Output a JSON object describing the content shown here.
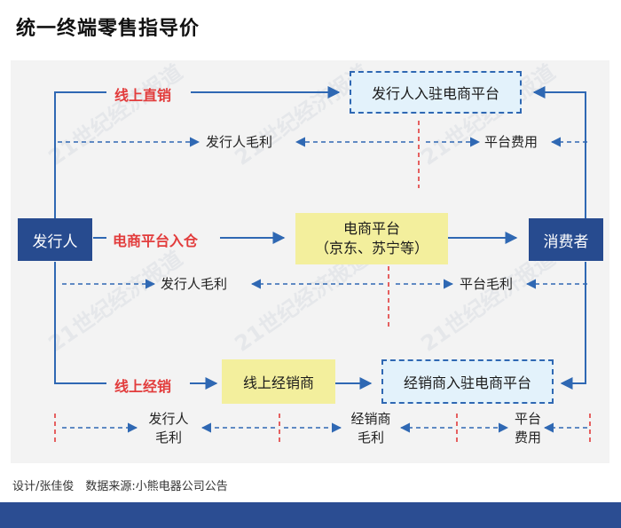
{
  "title": "统一终端零售指导价",
  "nodes": {
    "issuer": "发行人",
    "consumer": "消费者",
    "issuer_platform": "发行人入驻电商平台",
    "ecommerce_line1": "电商平台",
    "ecommerce_line2": "（京东、苏宁等）",
    "online_dealer": "线上经销商",
    "dealer_platform": "经销商入驻电商平台"
  },
  "channels": {
    "direct": "线上直销",
    "warehouse": "电商平台入仓",
    "distribution": "线上经销"
  },
  "margins": {
    "row1_issuer": "发行人毛利",
    "row1_platform": "平台费用",
    "row2_issuer": "发行人毛利",
    "row2_platform": "平台毛利",
    "row3_issuer_l1": "发行人",
    "row3_issuer_l2": "毛利",
    "row3_dealer_l1": "经销商",
    "row3_dealer_l2": "毛利",
    "row3_platform_l1": "平台",
    "row3_platform_l2": "费用"
  },
  "footer": "设计/张佳俊　数据来源:小熊电器公司公告",
  "watermark": "21世纪经济报道",
  "colors": {
    "navy": "#274b8f",
    "arrow_blue": "#2f68b3",
    "red": "#e23c3c",
    "yellow": "#f3ef9d",
    "light_blue": "#e3f2fb"
  }
}
